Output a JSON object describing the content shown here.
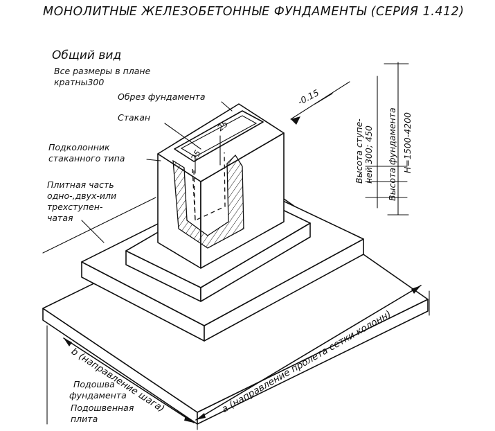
{
  "title": "МОНОЛИТНЫЕ ЖЕЛЕЗОБЕТОННЫЕ ФУНДАМЕНТЫ (СЕРИЯ 1.412)",
  "general_view": {
    "heading": "Общий вид",
    "note_line1": "Все размеры в плане",
    "note_line2": "кратны300"
  },
  "labels": {
    "foundation_edge": "Обрез фундамента",
    "glass": "Стакан",
    "column_base_line1": "Подколонник",
    "column_base_line2": "стаканного типа",
    "slab_line1": "Плитная часть",
    "slab_line2": "одно-,двух-или",
    "slab_line3": "трехступен-",
    "slab_line4": "чатая",
    "foundation_sole_line1": "Подошва",
    "foundation_sole_line2": "фундамента",
    "base_plate_line1": "Подошвенная",
    "base_plate_line2": "плита"
  },
  "dimensions": {
    "level_mark": "-0.15",
    "wall_25_top": "25",
    "wall_25_side": "25",
    "step_height_line1": "Высота ступе-",
    "step_height_line2": "ней 300; 450",
    "foundation_height_line1": "Высота фундамента",
    "foundation_height_line2": "H=1500-4200",
    "dim_a": "a (направление пролета сетки колонн)",
    "dim_b": "b (направление шага)"
  }
}
